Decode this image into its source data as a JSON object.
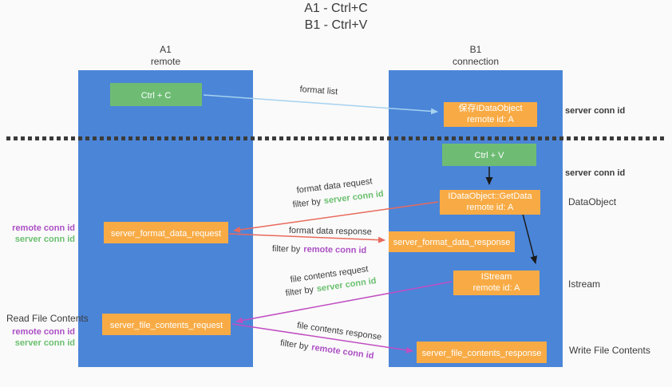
{
  "title": {
    "line1": "A1 - Ctrl+C",
    "line2": "B1 - Ctrl+V"
  },
  "lifelines": {
    "left": {
      "name": "A1",
      "role": "remote"
    },
    "right": {
      "name": "B1",
      "role": "connection"
    }
  },
  "nodes": {
    "ctrl_c": {
      "label": "Ctrl + C"
    },
    "ctrl_v": {
      "label": "Ctrl + V"
    },
    "save_dataobject": {
      "line1": "保存IDataObject",
      "line2": "remote id: A"
    },
    "getdata": {
      "line1": "IDataObject::GetData",
      "line2": "remote id: A"
    },
    "istream": {
      "line1": "IStream",
      "line2": "remote id: A"
    },
    "format_request": {
      "label": "server_format_data_request"
    },
    "format_response": {
      "label": "server_format_data_response"
    },
    "file_request": {
      "label": "server_file_contents_request"
    },
    "file_response": {
      "label": "server_file_contents_response"
    }
  },
  "arrow_labels": {
    "format_list": "format list",
    "format_data_request": "format data request",
    "format_data_response": "format data response",
    "file_contents_request": "file contents request",
    "file_contents_response": "file contents response",
    "filter_by": "filter by"
  },
  "side_labels": {
    "server_conn_id": "server conn id",
    "remote_conn_id": "remote conn id",
    "dataobject": "DataObject",
    "istream": "Istream",
    "read_file_contents": "Read File Contents",
    "write_file_contents": "Write File Contents"
  },
  "colors": {
    "background": "#fafafa",
    "lifeline_blue": "#4b85d8",
    "node_green": "#6ebc74",
    "node_orange": "#f8ab45",
    "text_dark": "#3a3a3a",
    "accent_green": "#6abf6e",
    "accent_purple": "#ab4fc4",
    "arrow_red": "#e96a5d",
    "arrow_light_blue": "#a5d2ef",
    "arrow_magenta": "#c04ec2",
    "arrow_black": "#1a1a1a"
  }
}
